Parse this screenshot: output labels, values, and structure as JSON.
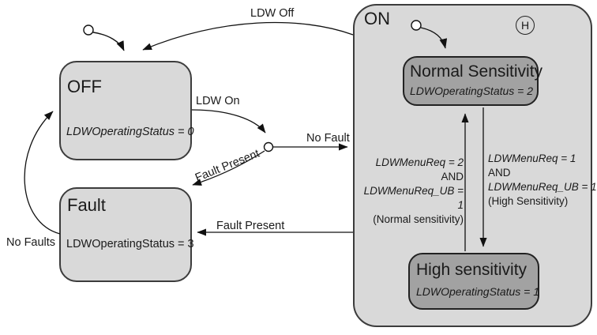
{
  "diagram": {
    "states": {
      "off": {
        "title": "OFF",
        "sub": "LDWOperatingStatus = 0"
      },
      "fault": {
        "title": "Fault",
        "sub": "LDWOperatingStatus = 3"
      },
      "on": {
        "title": "ON"
      },
      "normal": {
        "title": "Normal Sensitivity",
        "sub": "LDWOperatingStatus = 2"
      },
      "high": {
        "title": "High sensitivity",
        "sub": "LDWOperatingStatus = 1"
      }
    },
    "history_label": "H",
    "transitions": {
      "ldw_off": "LDW Off",
      "ldw_on": "LDW On",
      "no_fault": "No Fault",
      "fault_present_diagonal": "Fault Present",
      "fault_present_horizontal": "Fault Present",
      "no_faults": "No Faults",
      "to_normal": {
        "line1": "LDWMenuReq = 2",
        "line2": "AND",
        "line3": "LDWMenuReq_UB = 1",
        "line4": "(Normal sensitivity)"
      },
      "to_high": {
        "line1": "LDWMenuReq = 1",
        "line2": "AND",
        "line3": "LDWMenuReq_UB = 1",
        "line4": "(High Sensitivity)"
      }
    },
    "colors": {
      "outer_state_fill": "#d9d9d9",
      "inner_state_fill": "#a2a2a2",
      "state_border": "#3c3c3c",
      "wire": "#1a1a1a"
    }
  }
}
